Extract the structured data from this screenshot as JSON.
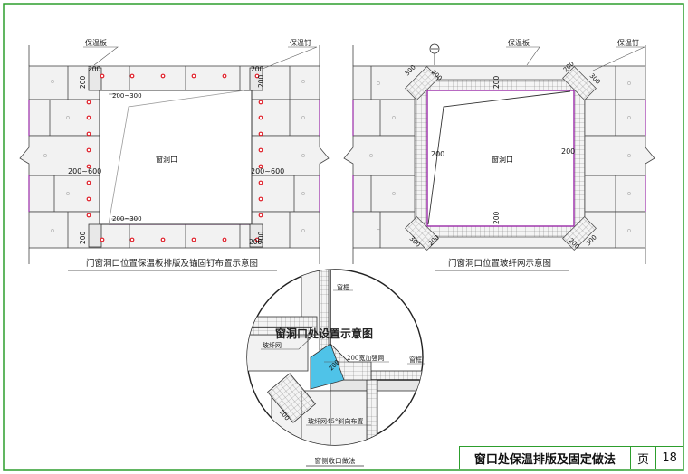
{
  "left_diagram": {
    "caption": "门窗洞口位置保温板排版及锚固钉布置示意图",
    "label_board": "保温板",
    "label_nail": "保温钉",
    "opening": "窗洞口",
    "dim_200": "200",
    "dim_200_300": "200~300",
    "dim_200_600": "200~600"
  },
  "right_diagram": {
    "caption": "门窗洞口位置玻纤网示意图",
    "label_board": "保温板",
    "label_nail": "保温钉",
    "opening": "窗洞口",
    "dim_200": "200",
    "dim_300": "300"
  },
  "detail": {
    "title": "窗洞口处设置示意图",
    "caption": "窗侧收口做法",
    "label_frame_top": "窗框",
    "label_mesh": "玻纤网",
    "label_mesh_200": "200宽加强网",
    "label_frame_right": "窗框",
    "label_diag_mesh": "玻纤网45°斜向布置",
    "dim_300": "300"
  },
  "title_block": {
    "title": "窗口处保温排版及固定做法",
    "page_label": "页",
    "page_number": "18"
  },
  "colors": {
    "border": "#2d9e2d",
    "nail": "#e0202a",
    "purple": "#9a2aa8",
    "mesh": "#4fc3e8"
  }
}
